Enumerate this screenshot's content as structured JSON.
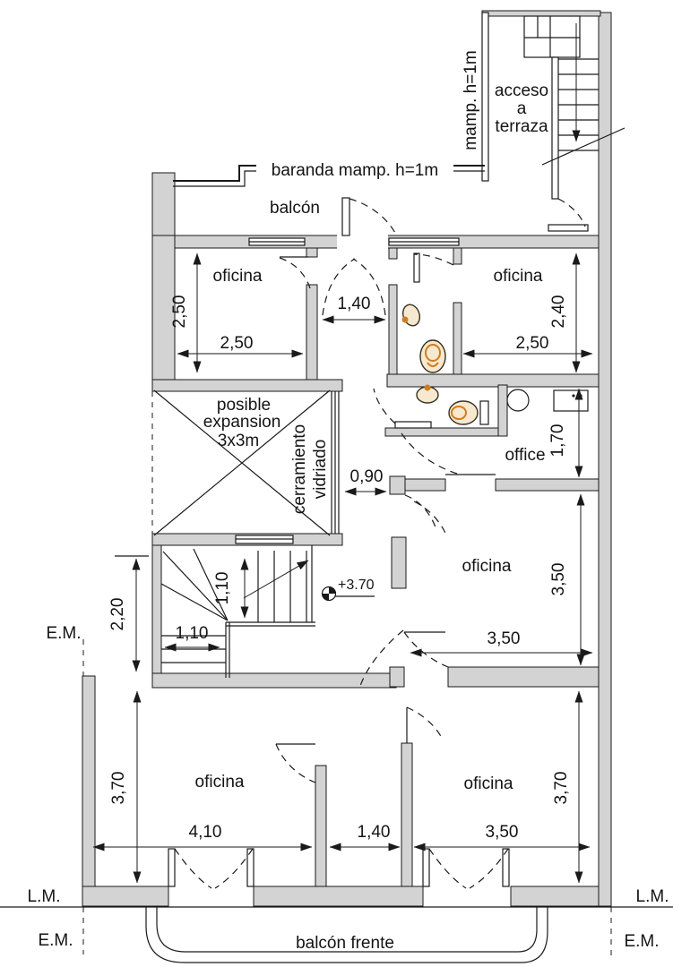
{
  "colors": {
    "wall": "#d3d3d3",
    "line": "#1a1a1a",
    "fixture": "#f6e9cf",
    "accent": "#cf7d1e"
  },
  "labels": {
    "baranda": "baranda mamp. h=1m",
    "mamp": "mamp. h=1m",
    "acceso_1": "acceso",
    "acceso_2": "a",
    "acceso_3": "terraza",
    "balcon": "balcón",
    "oficina_tl": "oficina",
    "oficina_tr": "oficina",
    "oficina_mr": "oficina",
    "oficina_bl": "oficina",
    "oficina_br": "oficina",
    "office": "office",
    "expansion_1": "posible",
    "expansion_2": "expansion",
    "expansion_3": "3x3m",
    "cerramiento_1": "cerramiento",
    "cerramiento_2": "vidriado",
    "balcon_frente": "balcón frente",
    "level": "+3.70",
    "lm_left": "L.M.",
    "lm_right": "L.M.",
    "em_left": "E.M.",
    "em_bottom_left": "E.M.",
    "em_bottom_right": "E.M."
  },
  "dimensions": {
    "oficina_tl_h": "2,50",
    "oficina_tl_w": "2,50",
    "pasillo_top": "1,40",
    "oficina_tr_h": "2,40",
    "oficina_tr_w": "2,50",
    "office_h": "1,70",
    "puerta": "0,90",
    "oficina_mr_h": "3,50",
    "oficina_mr_w": "3,50",
    "escalera_h": "1,10",
    "escalera_w": "1,10",
    "escalera_lado": "2,20",
    "oficina_bl_h": "3,70",
    "oficina_bl_w": "4,10",
    "pasillo_bottom": "1,40",
    "oficina_br_w": "3,50",
    "oficina_br_h": "3,70"
  }
}
